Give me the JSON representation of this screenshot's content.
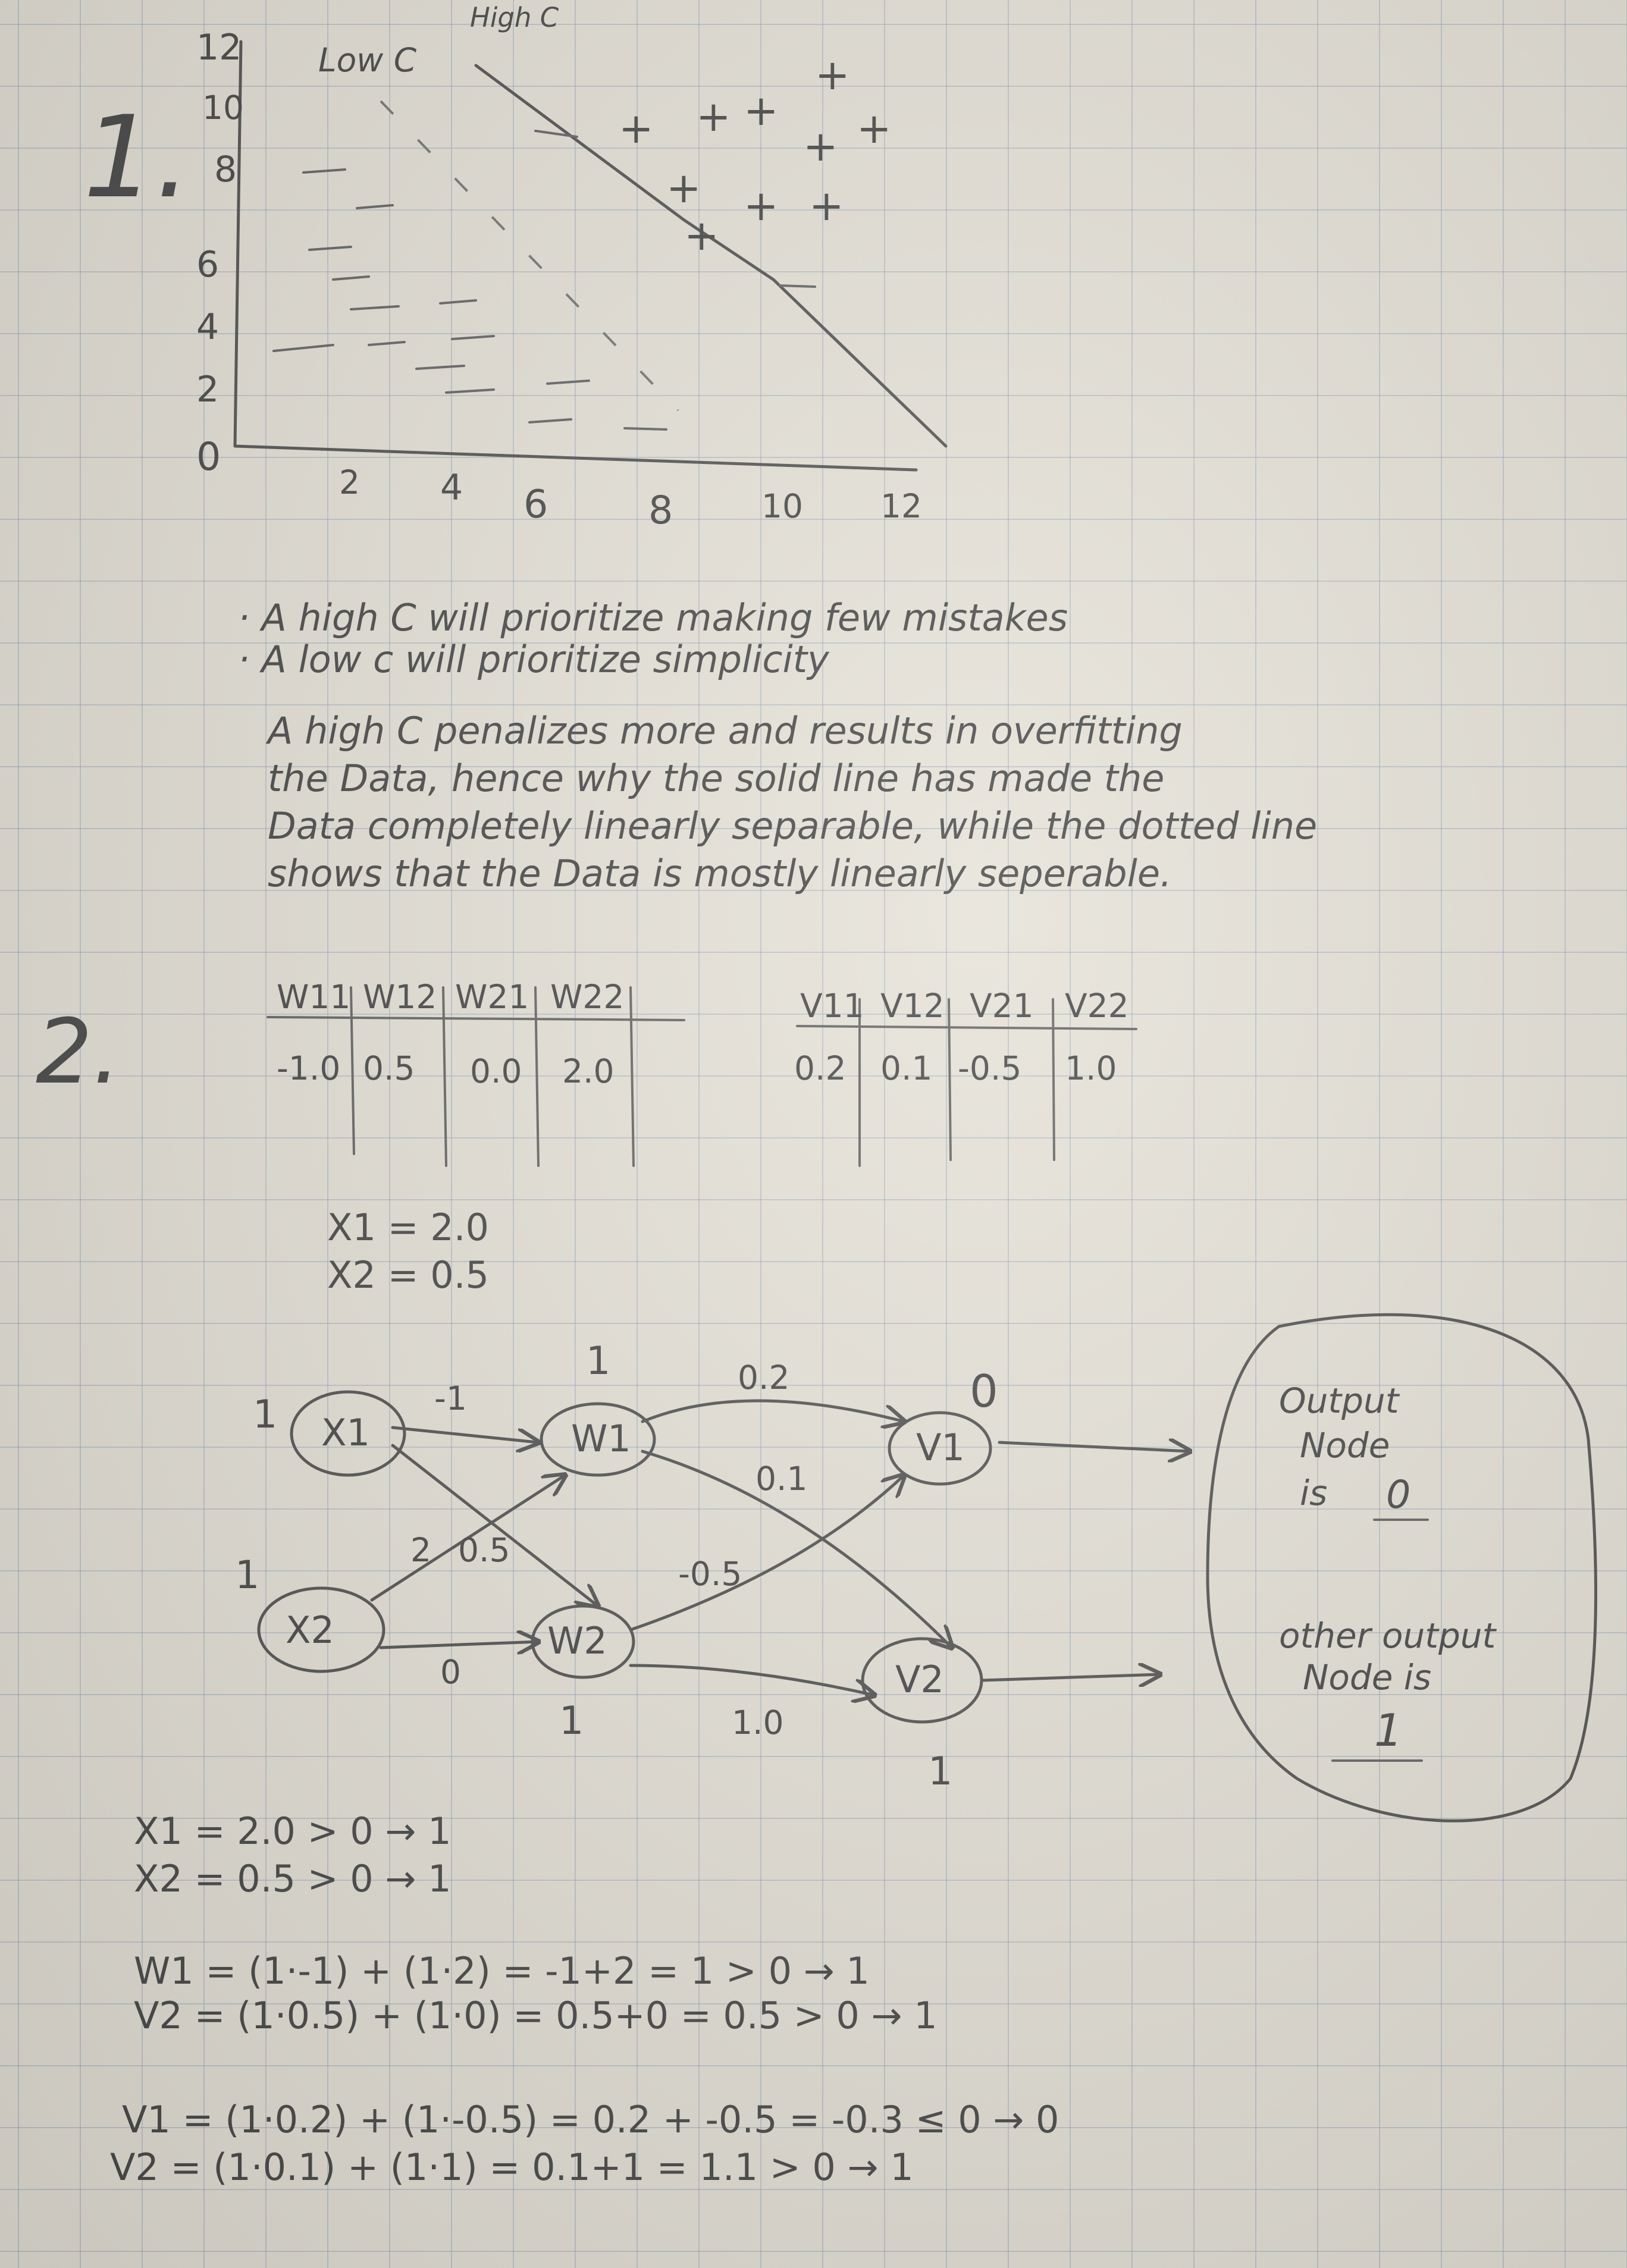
{
  "problem1": {
    "number": "1.",
    "high_c_label": "High C",
    "low_c_label": "Low C",
    "y_ticks": [
      "0",
      "2",
      "4",
      "6",
      "8",
      "10",
      "12"
    ],
    "x_ticks": [
      "2",
      "4",
      "6",
      "8",
      "10",
      "12"
    ],
    "plus_marker": "+",
    "minus_marker": "—",
    "bullet1": "· A high C will prioritize making few mistakes",
    "bullet2": "· A low c will prioritize simplicity",
    "para_line1": "A high C penalizes more and results in overfitting",
    "para_line2": "the Data, hence why the solid line has made the",
    "para_line3": "Data completely linearly separable, while the dotted line",
    "para_line4": "shows that the Data is mostly linearly seperable."
  },
  "problem2": {
    "number": "2.",
    "w_table": {
      "headers": [
        "W11",
        "W12",
        "W21",
        "W22"
      ],
      "values": [
        "-1.0",
        "0.5",
        "0.0",
        "2.0"
      ]
    },
    "v_table": {
      "headers": [
        "V11",
        "V12",
        "V21",
        "V22"
      ],
      "values": [
        "0.2",
        "0.1",
        "-0.5",
        "1.0"
      ]
    },
    "x1_def": "X1 = 2.0",
    "x2_def": "X2 = 0.5",
    "network": {
      "nodes": {
        "x1": "X1",
        "x2": "X2",
        "w1": "W1",
        "w2": "W2",
        "v1": "V1",
        "v2": "V2"
      },
      "node_values": {
        "x1": "1",
        "x2": "1",
        "w1": "1",
        "w2": "1",
        "v1": "0",
        "v2": "1"
      },
      "edge_labels": {
        "x1_w1": "-1",
        "x2_w1": "2",
        "x1_w2": "0.5",
        "x2_w2": "0",
        "w1_v1": "0.2",
        "w1_v2": "0.1",
        "w2_v1": "-0.5",
        "w2_v2": "1.0"
      }
    },
    "output_box": {
      "line1": "Output",
      "line2": "Node",
      "line3": "is",
      "value1": "0",
      "line4": "other output",
      "line5": "Node is",
      "value2": "1"
    },
    "calc": {
      "x1": "X1 = 2.0 > 0 → 1",
      "x2": "X2 = 0.5 > 0 → 1",
      "w1": "W1 = (1·-1) + (1·2) = -1+2 = 1 > 0 → 1",
      "w2": "V2 = (1·0.5) + (1·0) = 0.5+0 = 0.5 > 0 → 1",
      "v1": "V1 = (1·0.2) + (1·-0.5) = 0.2 + -0.5 = -0.3 ≤ 0 → 0",
      "v2": "V2 = (1·0.1) + (1·1) = 0.1+1 = 1.1 > 0 → 1"
    }
  }
}
